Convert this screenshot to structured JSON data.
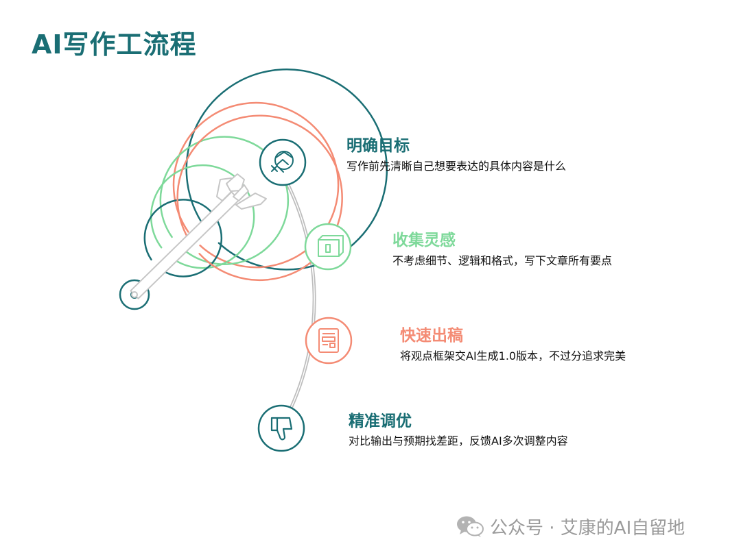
{
  "title": "AI写作工流程",
  "colors": {
    "teal": "#1a6e74",
    "green": "#7ed99a",
    "salmon": "#f48b74",
    "arc": "#bdbdbd",
    "arrow": "#c8c8c8"
  },
  "steps": [
    {
      "title": "明确目标",
      "description": "写作前先清晰自己想要表达的具体内容是什么",
      "color": "#1a6e74",
      "icon": "handshake-icon"
    },
    {
      "title": "收集灵感",
      "description": "不考虑细节、逻辑和格式，写下文章所有要点",
      "color": "#7ed99a",
      "icon": "notebook-icon"
    },
    {
      "title": "快速出稿",
      "description": "将观点框架交AI生成1.0版本，不过分追求完美",
      "color": "#f48b74",
      "icon": "document-icon"
    },
    {
      "title": "精准调优",
      "description": "对比输出与预期找差距，反馈AI多次调整内容",
      "color": "#1a6e74",
      "icon": "thumbs-down-icon"
    }
  ],
  "watermark": {
    "text": "公众号 · 艾康的AI自留地",
    "icon": "wechat-icon"
  }
}
